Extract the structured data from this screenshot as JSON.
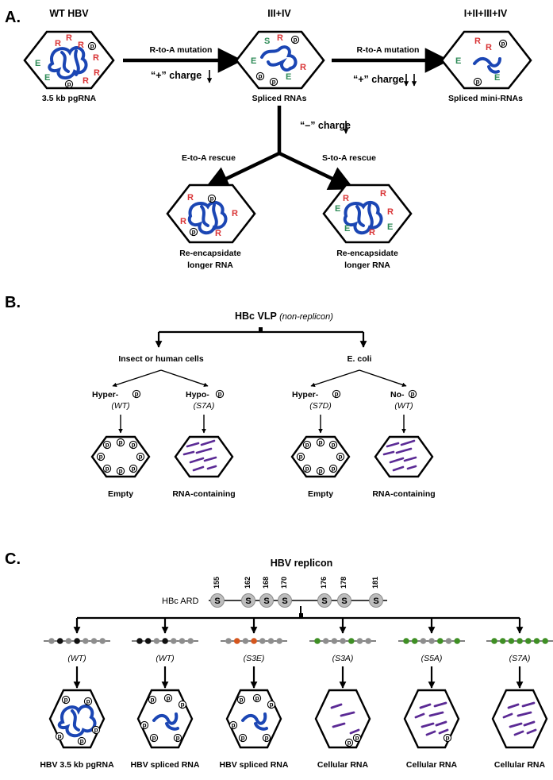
{
  "colors": {
    "red": "#d93436",
    "green": "#2e8b57",
    "blue": "#1b46b4",
    "purple": "#5b2a95",
    "orange": "#d4561e",
    "seqgreen": "#3f8f25",
    "grey": "#8e8e8e",
    "black": "#111111"
  },
  "panel_a": {
    "label": "A.",
    "wt_title": "WT HBV",
    "mid_title": "III+IV",
    "right_title": "I+II+III+IV",
    "mut1": "R-to-A mutation",
    "mut2": "R-to-A mutation",
    "plus_charge_1": "“+” charge",
    "plus_charge_2": "“+” charge",
    "minus_charge": "“–” charge",
    "cap_wt": "3.5 kb pgRNA",
    "cap_mid": "Spliced RNAs",
    "cap_right": "Spliced mini-RNAs",
    "rescue_e": "E-to-A rescue",
    "rescue_s": "S-to-A rescue",
    "reencap_1_l1": "Re-encapsidate",
    "reencap_1_l2": "longer RNA",
    "reencap_2_l1": "Re-encapsidate",
    "reencap_2_l2": "longer RNA",
    "letter_r": "R",
    "letter_e": "E",
    "letter_p": "p"
  },
  "panel_b": {
    "label": "B.",
    "title": "HBc VLP",
    "title_note": "(non-replicon)",
    "insect": "Insect or human cells",
    "ecoli": "E. coli",
    "hyper": "Hyper-",
    "hypo": "Hypo-",
    "no": "No-",
    "wt_note": "(WT)",
    "s7a_note": "(S7A)",
    "s7d_note": "(S7D)",
    "wt_note_2": "(WT)",
    "empty": "Empty",
    "rna": "RNA-containing",
    "empty_2": "Empty",
    "rna_2": "RNA-containing"
  },
  "panel_c": {
    "label": "C.",
    "title": "HBV replicon",
    "ard": "HBc ARD",
    "sites": [
      "155",
      "162",
      "168",
      "170",
      "176",
      "178",
      "181"
    ],
    "site_letter": "S",
    "variants": [
      "(WT)",
      "(WT)",
      "(S3E)",
      "(S3A)",
      "(S5A)",
      "(S7A)"
    ],
    "captions": [
      "HBV 3.5 kb pgRNA",
      "HBV spliced RNA",
      "HBV spliced RNA",
      "Cellular RNA",
      "Cellular RNA",
      "Cellular RNA"
    ]
  }
}
